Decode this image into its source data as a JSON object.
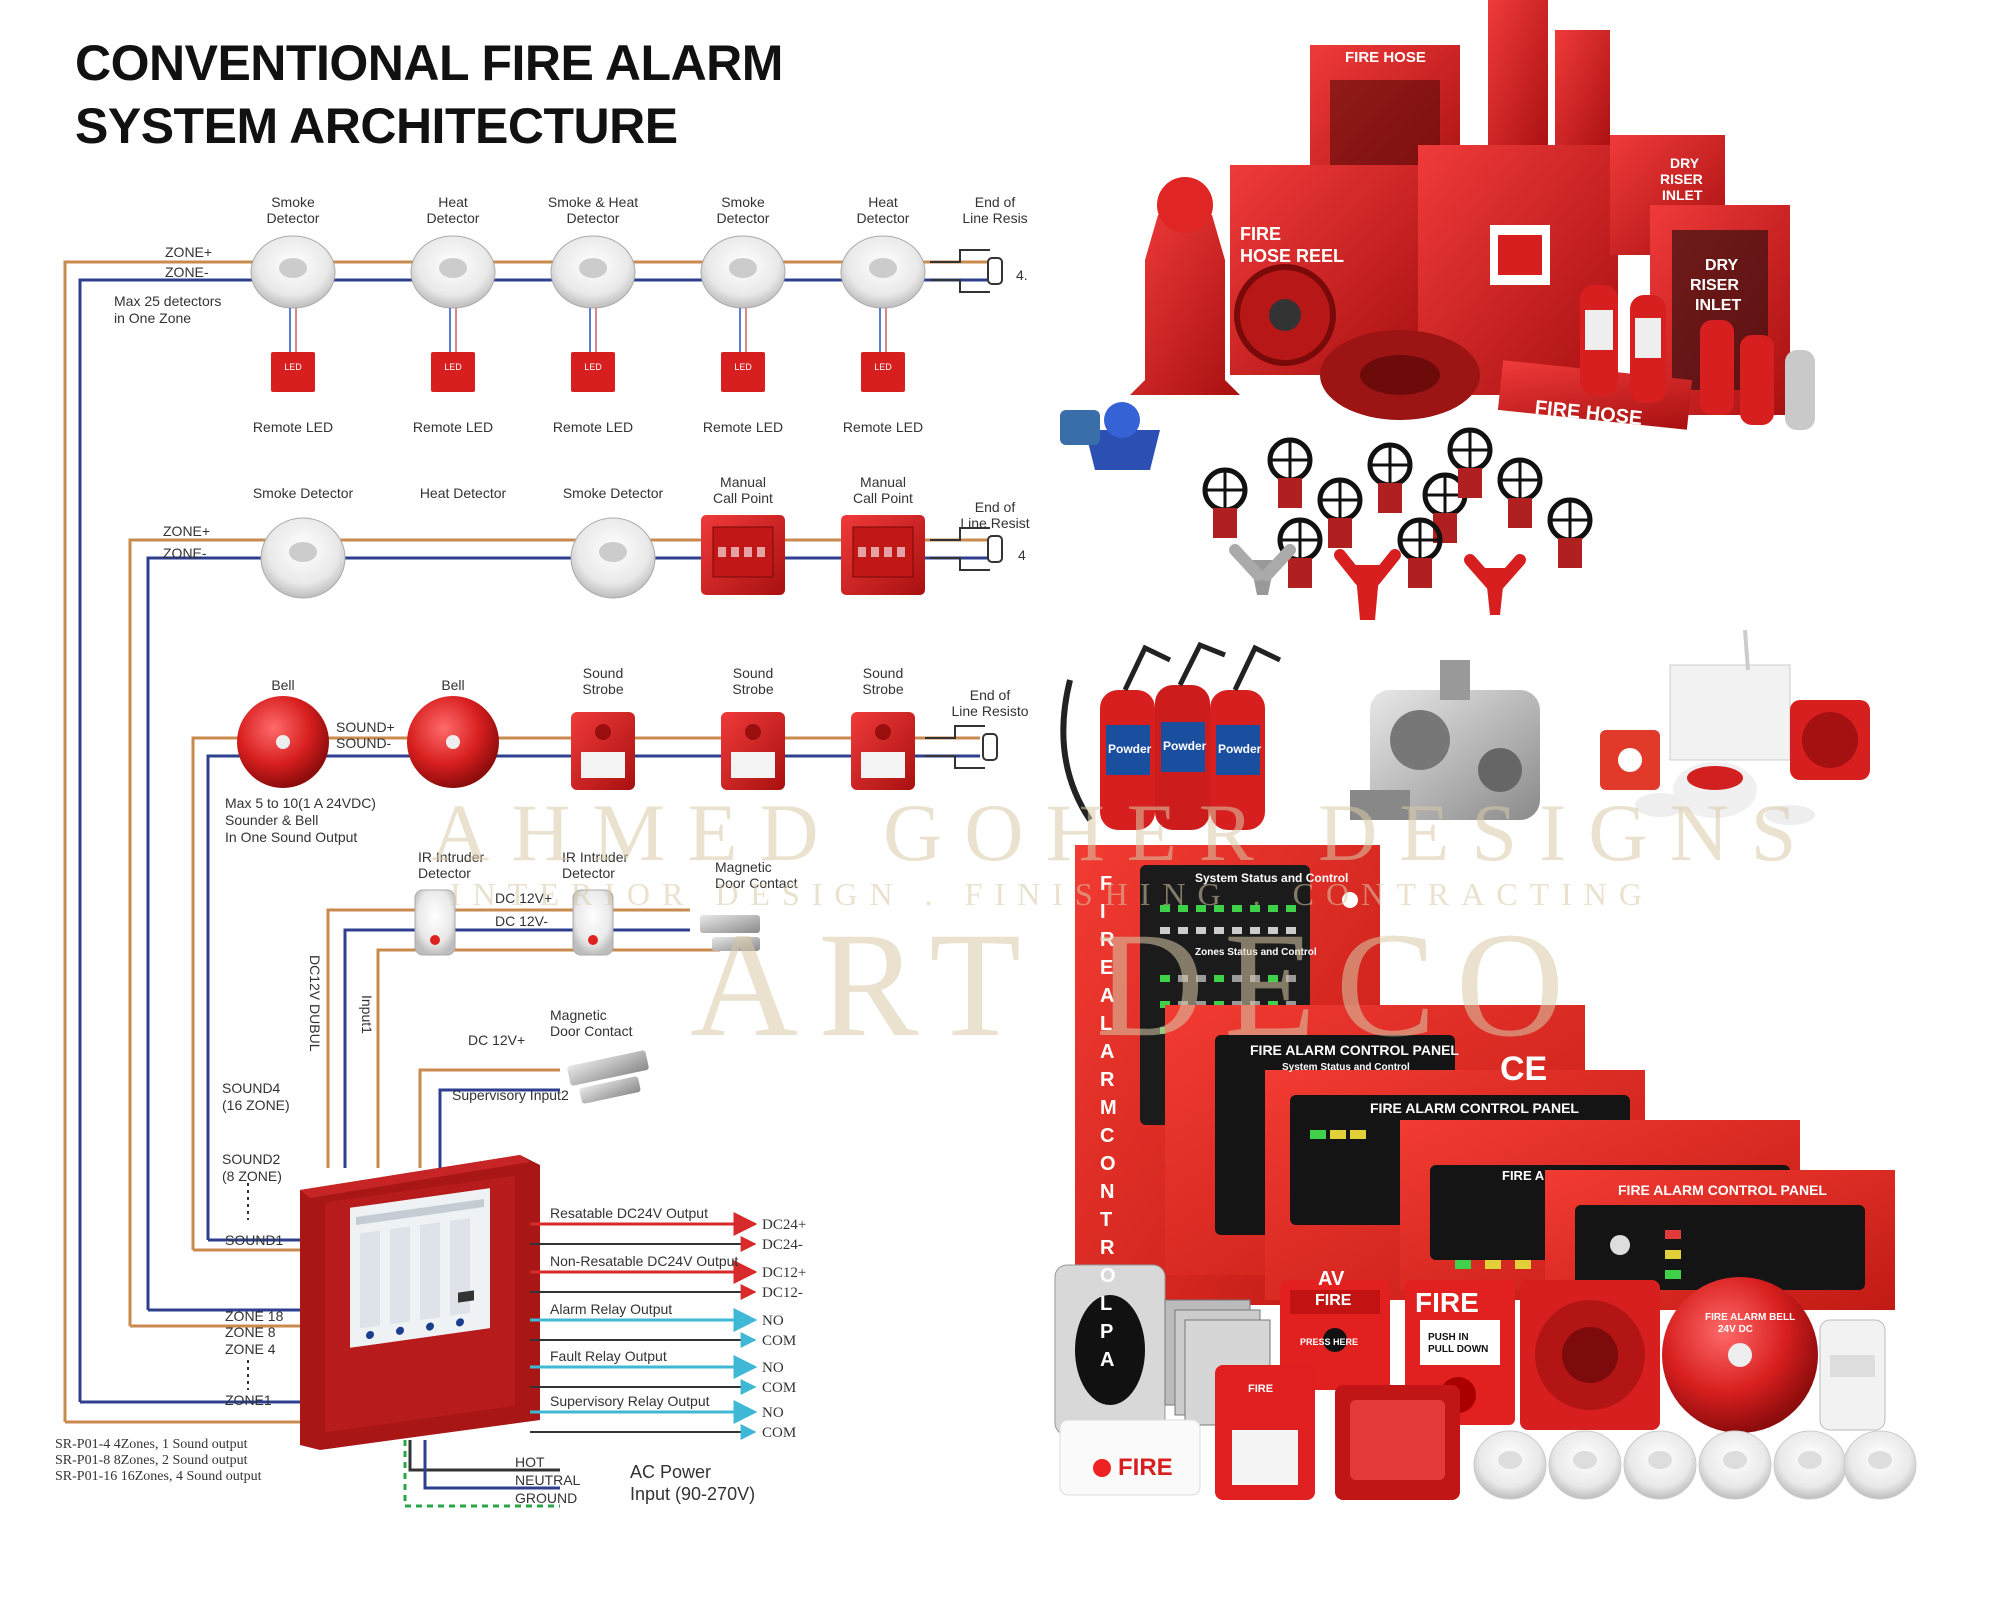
{
  "diagram": {
    "title_line1": "CONVENTIONAL FIRE ALARM",
    "title_line2": "SYSTEM ARCHITECTURE",
    "row1": {
      "devices": [
        "Smoke\nDetector",
        "Heat\nDetector",
        "Smoke & Heat\nDetector",
        "Smoke\nDetector",
        "Heat\nDetector"
      ],
      "eol": "End of\nLine Resis",
      "eol_value": "4.",
      "zone_plus": "ZONE+",
      "zone_minus": "ZONE-",
      "note": "Max 25 detectors\nin One Zone",
      "remote_led": "Remote LED",
      "led_badge": "LED"
    },
    "row2": {
      "devices": [
        "Smoke Detector",
        "Heat Detector",
        "Smoke Detector",
        "Manual\nCall Point",
        "Manual\nCall Point"
      ],
      "eol": "End of\nLine Resist",
      "eol_value": "4",
      "zone_plus": "ZONE+",
      "zone_minus": "ZONE-"
    },
    "row3": {
      "devices": [
        "Bell",
        "Bell",
        "Sound\nStrobe",
        "Sound\nStrobe",
        "Sound\nStrobe"
      ],
      "eol": "End of\nLine Resisto",
      "sound_plus": "SOUND+",
      "sound_minus": "SOUND-",
      "note": "Max 5 to 10(1 A 24VDC)\nSounder & Bell\nIn One Sound Output"
    },
    "security": {
      "ir1": "IR Intruder\nDetector",
      "ir2": "IR Intruder\nDetector",
      "mag1": "Magnetic\nDoor Contact",
      "dc12p": "DC 12V+",
      "dc12m": "DC 12V-",
      "dc12_dubul": "DC12V DUBUL",
      "input1": "Input1",
      "mag2": "Magnetic\nDoor Contact",
      "dc12p_2": "DC 12V+",
      "sup_input2": "Supervisory Input2"
    },
    "panel_side": {
      "sound4": "SOUND4\n(16 ZONE)",
      "sound2": "SOUND2\n(8 ZONE)",
      "sound1": "SOUND1",
      "zone18": "ZONE 18",
      "zone8": "ZONE 8",
      "zone4": "ZONE 4",
      "zone1": "ZONE1"
    },
    "outputs": [
      {
        "label": "Resatable DC24V Output",
        "t1": "DC24+",
        "t2": "DC24-"
      },
      {
        "label": "Non-Resatable DC24V Output",
        "t1": "DC12+",
        "t2": "DC12-"
      },
      {
        "label": "Alarm Relay Output",
        "t1": "NO",
        "t2": "COM"
      },
      {
        "label": "Fault Relay Output",
        "t1": "NO",
        "t2": "COM"
      },
      {
        "label": "Supervisory Relay Output",
        "t1": "NO",
        "t2": "COM"
      }
    ],
    "power": {
      "hot": "HOT",
      "neutral": "NEUTRAL",
      "ground": "GROUND",
      "ac_power": "AC Power\nInput (90-270V)"
    },
    "models": [
      "SR-P01-4  4Zones, 1 Sound output",
      "SR-P01-8  8Zones, 2 Sound output",
      "SR-P01-16 16Zones, 4 Sound output"
    ]
  },
  "equipment": {
    "labels": [
      "FIRE HOSE",
      "FIRE HOSE REEL",
      "DRY RISER INLET",
      "DRY RISER INLET",
      "FIRE HOSE"
    ],
    "extinguisher_label": "Powder"
  },
  "panels": {
    "vertical_label": "FIRE ALARM CONTROL PA",
    "panel_heads": [
      "FIRE ALARM CONTROL PANEL",
      "FIRE ALARM CONTROL PANEL",
      "FIRE A",
      "FIRE ALARM CONTROL PANEL"
    ],
    "status_text": "System Status and Control",
    "zones_text": "Zones Status and Control",
    "ce_mark": "CE",
    "brand": "AV",
    "fire1": "FIRE",
    "press_here": "PRESS    HERE",
    "fire2": "FIRE",
    "push_pull": "PUSH IN\nPULL DOWN",
    "fire_strobe": "FIRE",
    "fire_sign": "FIRE",
    "bell_text": "FIRE ALARM BELL\n24V DC"
  },
  "watermark": {
    "line1": "AHMED GOHER DESIGNS",
    "line2": "INTERIOR DESIGN . FINISHING . CONTRACTING",
    "line3": "ART DECO"
  },
  "colors": {
    "fire_red": "#d81f1f",
    "wire_orange": "#c98a4e",
    "wire_blue": "#2e3f8f",
    "output_cyan": "#3fb8d6",
    "output_red": "#d82a2a",
    "ground_green": "#2aa64a"
  }
}
